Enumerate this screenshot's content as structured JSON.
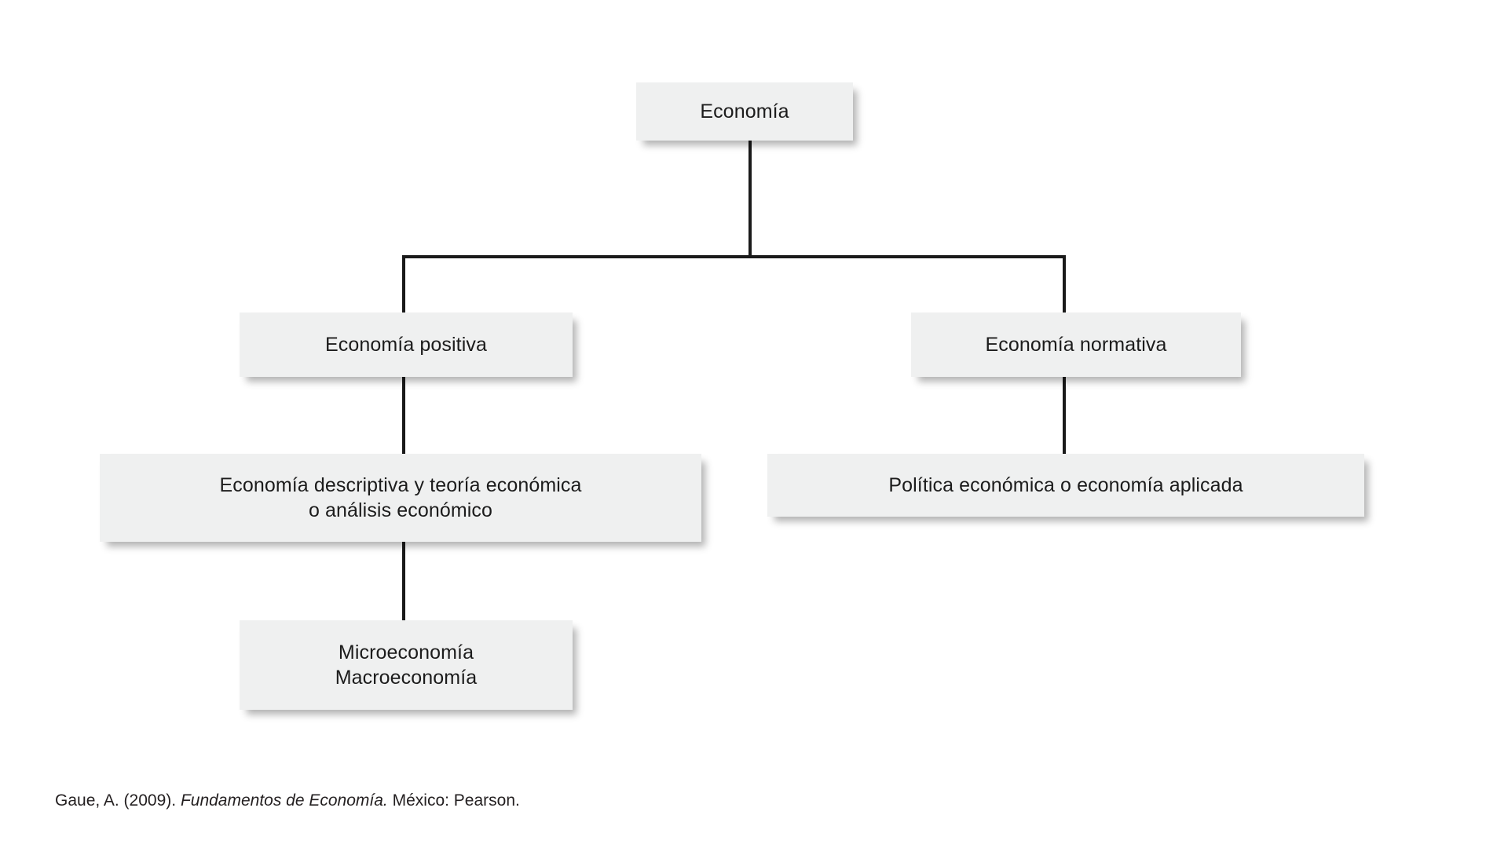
{
  "diagram": {
    "title_concept": "Economía",
    "type": "hierarchy-tree",
    "box_fill_color": "#eff0f0",
    "line_color": "#1a1a1a",
    "text_color": "#1c1c1c",
    "nodes": [
      {
        "id": "root",
        "label": "Economía",
        "level": 1
      },
      {
        "id": "positiva",
        "label": "Economía positiva",
        "level": 2
      },
      {
        "id": "normativa",
        "label": "Economía normativa",
        "level": 2
      },
      {
        "id": "descriptiva",
        "label": "Economía descriptiva y teoría económica\no análisis económico",
        "level": 3
      },
      {
        "id": "politica",
        "label": "Política económica o economía aplicada",
        "level": 3
      },
      {
        "id": "micro_macro",
        "label": "Microeconomía\nMacroeconomía",
        "level": 4
      }
    ],
    "edges": [
      {
        "from": "root",
        "to": "positiva"
      },
      {
        "from": "root",
        "to": "normativa"
      },
      {
        "from": "positiva",
        "to": "descriptiva"
      },
      {
        "from": "normativa",
        "to": "politica"
      },
      {
        "from": "descriptiva",
        "to": "micro_macro"
      }
    ]
  },
  "citation": {
    "prefix": "Gaue, A. (2009). ",
    "work_italic": "Fundamentos de Economía.",
    "suffix": " México: Pearson."
  }
}
